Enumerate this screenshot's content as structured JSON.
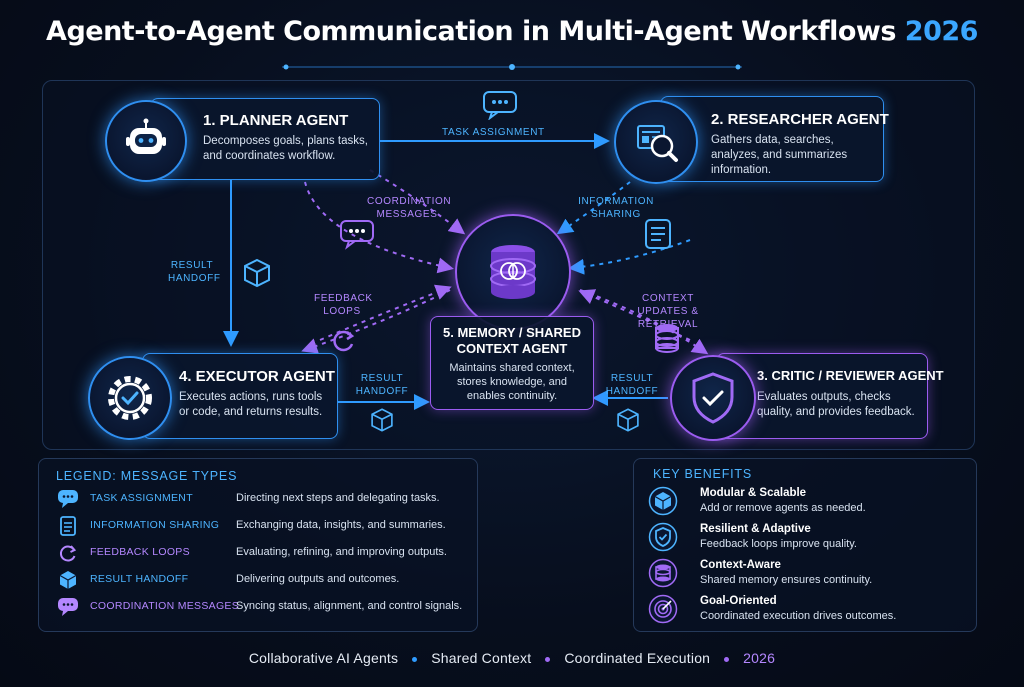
{
  "title": {
    "main": "Agent-to-Agent Communication in Multi-Agent Workflows",
    "year": "2026"
  },
  "agents": {
    "planner": {
      "title": "1. PLANNER AGENT",
      "desc": "Decomposes goals, plans tasks, and coordinates workflow."
    },
    "researcher": {
      "title": "2. RESEARCHER AGENT",
      "desc": "Gathers data, searches, analyzes, and summarizes information."
    },
    "critic": {
      "title": "3. CRITIC / REVIEWER AGENT",
      "desc": "Evaluates outputs, checks quality, and provides feedback."
    },
    "executor": {
      "title": "4. EXECUTOR AGENT",
      "desc": "Executes actions, runs tools or code, and returns results."
    },
    "memory": {
      "title": "5. MEMORY / SHARED CONTEXT AGENT",
      "desc": "Maintains shared context, stores knowledge, and enables continuity."
    }
  },
  "flows": {
    "task_assignment": "TASK ASSIGNMENT",
    "coordination_messages": "COORDINATION MESSAGES",
    "information_sharing": "INFORMATION SHARING",
    "result_handoff_left": "RESULT HANDOFF",
    "feedback_loops": "FEEDBACK LOOPS",
    "context_updates": "CONTEXT UPDATES & RETRIEVAL",
    "result_handoff_exec": "RESULT HANDOFF",
    "result_handoff_critic": "RESULT HANDOFF"
  },
  "legend": {
    "title": "LEGEND: MESSAGE TYPES",
    "items": [
      {
        "name": "TASK ASSIGNMENT",
        "desc": "Directing next steps and delegating tasks.",
        "icon": "chat-bubble-icon",
        "color": "#4db4ff"
      },
      {
        "name": "INFORMATION SHARING",
        "desc": "Exchanging data, insights, and summaries.",
        "icon": "document-icon",
        "color": "#4db4ff"
      },
      {
        "name": "FEEDBACK LOOPS",
        "desc": "Evaluating, refining, and improving outputs.",
        "icon": "refresh-icon",
        "color": "#b487ff"
      },
      {
        "name": "RESULT HANDOFF",
        "desc": "Delivering outputs and outcomes.",
        "icon": "cube-icon",
        "color": "#4db4ff"
      },
      {
        "name": "COORDINATION MESSAGES",
        "desc": "Syncing status, alignment, and control signals.",
        "icon": "chat-bubble-icon",
        "color": "#b487ff"
      }
    ]
  },
  "benefits": {
    "title": "KEY BENEFITS",
    "items": [
      {
        "name": "Modular & Scalable",
        "desc": "Add or remove agents as needed.",
        "icon": "cube-icon"
      },
      {
        "name": "Resilient & Adaptive",
        "desc": "Feedback loops improve quality.",
        "icon": "shield-check-icon"
      },
      {
        "name": "Context-Aware",
        "desc": "Shared memory ensures continuity.",
        "icon": "database-icon"
      },
      {
        "name": "Goal-Oriented",
        "desc": "Coordinated execution drives outcomes.",
        "icon": "target-icon"
      }
    ]
  },
  "footer": {
    "items": [
      "Collaborative AI Agents",
      "Shared Context",
      "Coordinated Execution"
    ],
    "year": "2026"
  },
  "colors": {
    "blue": "#2f8ff0",
    "purple": "#9b5cf0",
    "background": "#070e1d"
  }
}
